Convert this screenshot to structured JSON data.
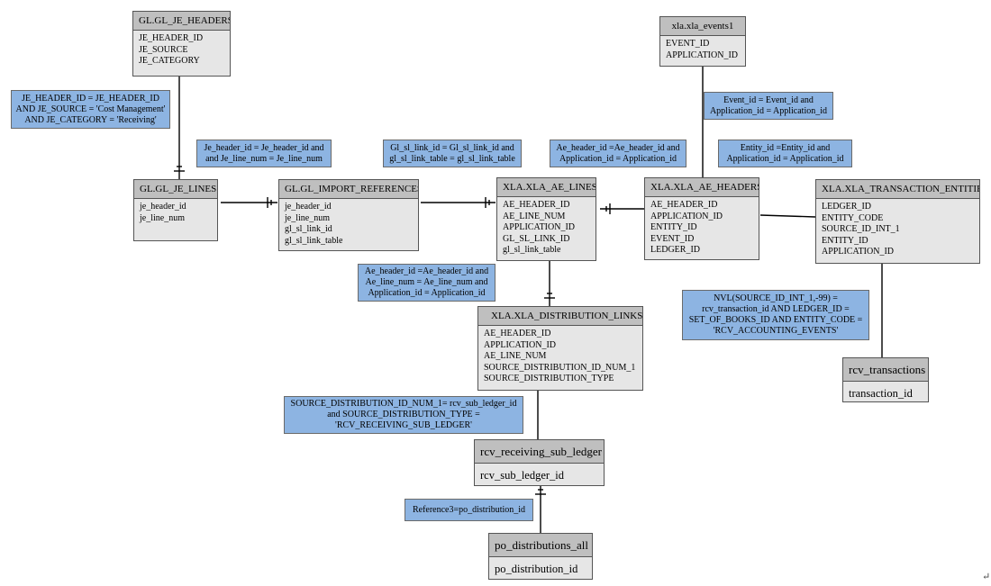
{
  "tables": {
    "gl_je_headers": {
      "title": "GL.GL_JE_HEADERS",
      "fields": [
        "JE_HEADER_ID",
        "JE_SOURCE",
        "JE_CATEGORY"
      ]
    },
    "xla_events": {
      "title": "xla.xla_events1",
      "fields": [
        "EVENT_ID",
        "APPLICATION_ID"
      ]
    },
    "gl_je_lines": {
      "title": "GL.GL_JE_LINES",
      "fields": [
        "je_header_id",
        "je_line_num"
      ]
    },
    "gl_import_references": {
      "title": "GL.GL_IMPORT_REFERENCES",
      "fields": [
        "je_header_id",
        "je_line_num",
        "gl_sl_link_id",
        "gl_sl_link_table"
      ]
    },
    "xla_ae_lines": {
      "title": "XLA.XLA_AE_LINES",
      "fields": [
        "AE_HEADER_ID",
        "AE_LINE_NUM",
        "APPLICATION_ID",
        "GL_SL_LINK_ID",
        "gl_sl_link_table"
      ]
    },
    "xla_ae_headers": {
      "title": "XLA.XLA_AE_HEADERS",
      "fields": [
        "AE_HEADER_ID",
        "APPLICATION_ID",
        "ENTITY_ID",
        "EVENT_ID",
        "LEDGER_ID"
      ]
    },
    "xla_transaction_entities": {
      "title": "XLA.XLA_TRANSACTION_ENTITIES",
      "fields": [
        "LEDGER_ID",
        "ENTITY_CODE",
        "SOURCE_ID_INT_1",
        "ENTITY_ID",
        "APPLICATION_ID"
      ]
    },
    "xla_distribution_links": {
      "title": "XLA.XLA_DISTRIBUTION_LINKS",
      "fields": [
        "AE_HEADER_ID",
        "APPLICATION_ID",
        "AE_LINE_NUM",
        "SOURCE_DISTRIBUTION_ID_NUM_1",
        "SOURCE_DISTRIBUTION_TYPE"
      ]
    },
    "rcv_transactions": {
      "title": "rcv_transactions",
      "fields": [
        "transaction_id"
      ]
    },
    "rcv_receiving_sub_ledger": {
      "title": "rcv_receiving_sub_ledger",
      "fields": [
        "rcv_sub_ledger_id"
      ]
    },
    "po_distributions_all": {
      "title": "po_distributions_all",
      "fields": [
        "po_distribution_id"
      ]
    }
  },
  "notes": {
    "je_headers_join": [
      "JE_HEADER_ID = JE_HEADER_ID",
      "AND JE_SOURCE = 'Cost Management'",
      "AND JE_CATEGORY = 'Receiving'"
    ],
    "je_lines_join": [
      "Je_header_id = Je_header_id and",
      "and Je_line_num = Je_line_num"
    ],
    "gl_sl_link_join": [
      "Gl_sl_link_id = Gl_sl_link_id and",
      "gl_sl_link_table = gl_sl_link_table"
    ],
    "ae_header_join": [
      "Ae_header_id =Ae_header_id and",
      "Application_id = Application_id"
    ],
    "event_join": [
      "Event_id = Event_id and",
      "Application_id = Application_id"
    ],
    "entity_join": [
      "Entity_id =Entity_id and",
      "Application_id = Application_id"
    ],
    "dist_links_join": [
      "Ae_header_id =Ae_header_id and",
      "Ae_line_num = Ae_line_num and",
      "Application_id = Application_id"
    ],
    "source_id_join": [
      "NVL(SOURCE_ID_INT_1,-99) =",
      "rcv_transaction_id AND LEDGER_ID =",
      "SET_OF_BOOKS_ID AND ENTITY_CODE =",
      "'RCV_ACCOUNTING_EVENTS'"
    ],
    "sub_ledger_join": [
      "SOURCE_DISTRIBUTION_ID_NUM_1= rcv_sub_ledger_id",
      "and  SOURCE_DISTRIBUTION_TYPE =",
      "'RCV_RECEIVING_SUB_LEDGER'"
    ],
    "reference3_join": [
      "Reference3=po_distribution_id"
    ]
  },
  "colors": {
    "note_fill": "#8db4e2",
    "table_header": "#bfbfbf",
    "table_body": "#e6e6e6",
    "line": "#000000"
  }
}
